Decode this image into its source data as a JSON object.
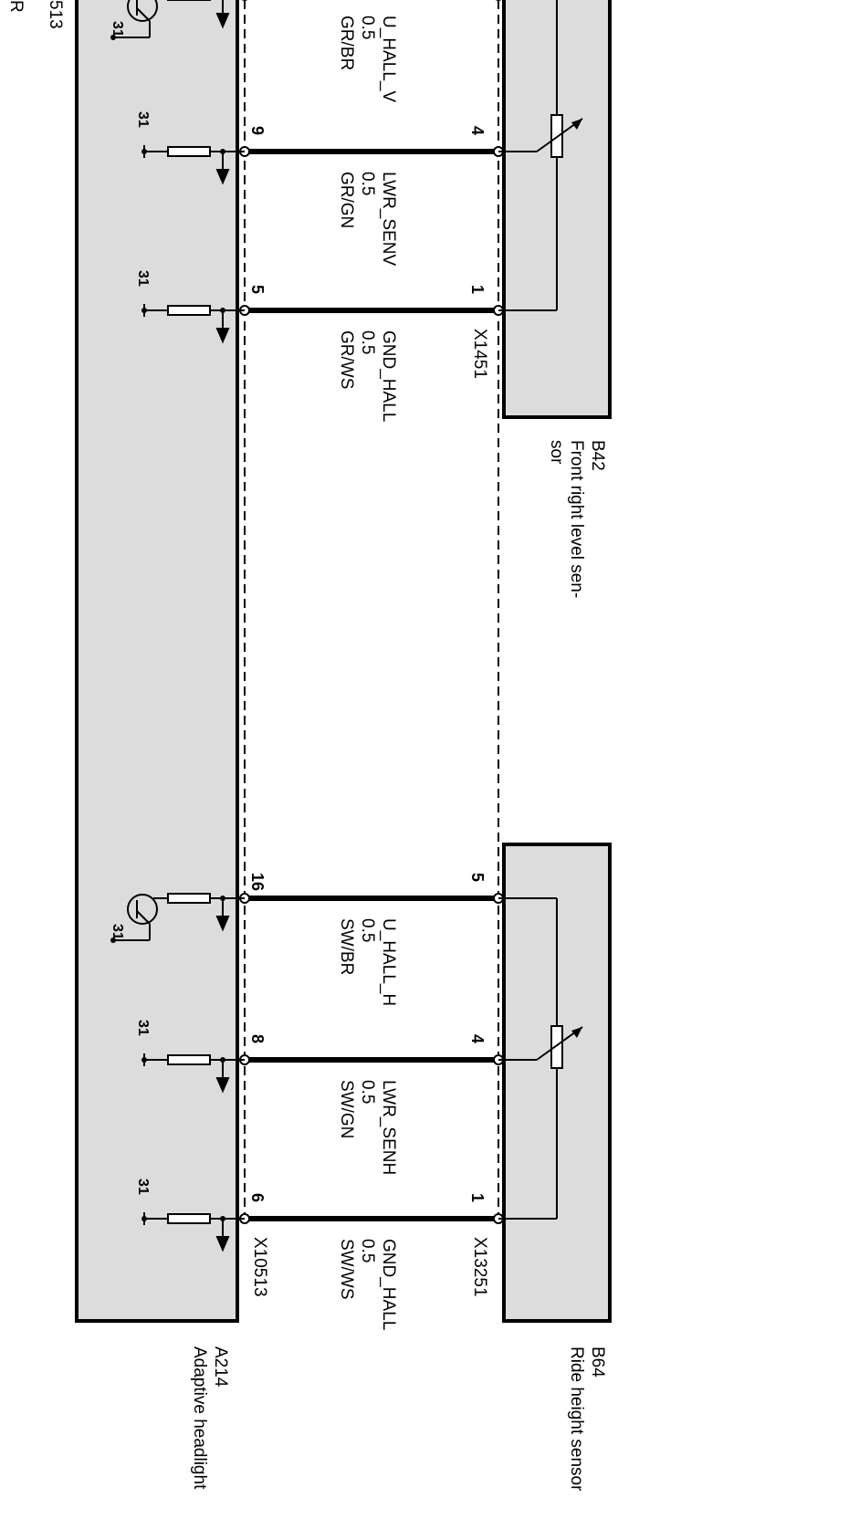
{
  "components": {
    "a214": {
      "id": "A214",
      "name": "Adaptive headlight",
      "connector": "X10513"
    },
    "b42": {
      "id": "B42",
      "name_line1": "Front right level sen-",
      "name_line2": "sor",
      "connector": "X1451"
    },
    "b64": {
      "id": "B64",
      "name": "Ride height sensor",
      "connector": "X13251"
    }
  },
  "top_cut": {
    "connector_fragment": "513",
    "letter_fragment": "R"
  },
  "ground_label": "31",
  "wires": [
    {
      "signal": "U_HALL_V",
      "gauge": "0.5",
      "color": "GR/BR",
      "pin_a214": "",
      "pin_sensor": ""
    },
    {
      "signal": "LWR_SENV",
      "gauge": "0.5",
      "color": "GR/GN",
      "pin_a214": "9",
      "pin_sensor": "4"
    },
    {
      "signal": "GND_HALL",
      "gauge": "0.5",
      "color": "GR/WS",
      "pin_a214": "5",
      "pin_sensor": "1"
    },
    {
      "signal": "U_HALL_H",
      "gauge": "0.5",
      "color": "SW/BR",
      "pin_a214": "16",
      "pin_sensor": "5"
    },
    {
      "signal": "LWR_SENH",
      "gauge": "0.5",
      "color": "SW/GN",
      "pin_a214": "8",
      "pin_sensor": "4"
    },
    {
      "signal": "GND_HALL",
      "gauge": "0.5",
      "color": "SW/WS",
      "pin_a214": "6",
      "pin_sensor": "1"
    }
  ]
}
